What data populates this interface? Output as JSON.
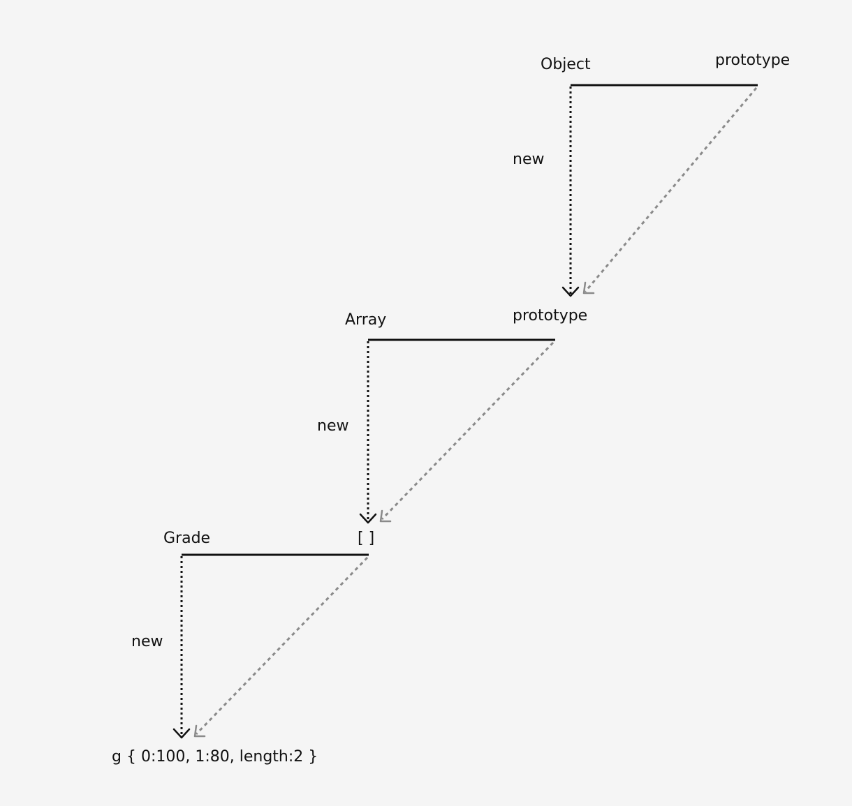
{
  "levels": [
    {
      "constructor": "Object",
      "prototype": "prototype",
      "edge": "new"
    },
    {
      "constructor": "Array",
      "prototype": "prototype",
      "edge": "new"
    },
    {
      "constructor": "Grade",
      "prototype": "[ ]",
      "edge": "new"
    }
  ],
  "instance": "g { 0:100, 1:80, length:2 }",
  "colors": {
    "background": "#f5f5f5",
    "line": "#111111",
    "prototype_link": "#8a8a8a"
  }
}
